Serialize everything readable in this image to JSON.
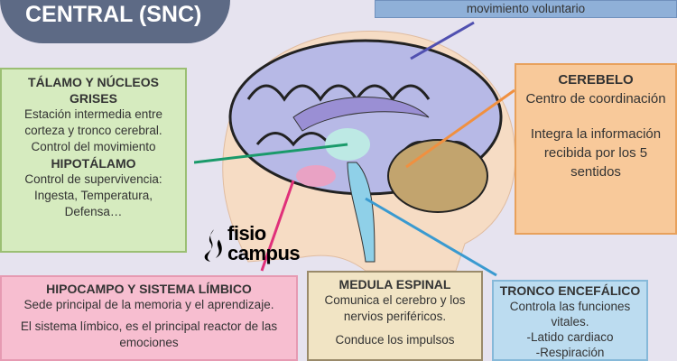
{
  "header": {
    "title": "CENTRAL (SNC)"
  },
  "top_box": {
    "text": "movimiento voluntario"
  },
  "thalamus": {
    "title": "TÁLAMO Y NÚCLEOS GRISES",
    "text": "Estación intermedia entre corteza y tronco cerebral. Control del movimiento",
    "subtitle": "HIPOTÁLAMO",
    "text2": "Control de supervivencia: Ingesta, Temperatura, Defensa…"
  },
  "cerebellum": {
    "title": "CEREBELO",
    "text": "Centro de coordinación",
    "text2": "Integra la información recibida por los 5 sentidos"
  },
  "limbic": {
    "title": "HIPOCAMPO Y SISTEMA LÍMBICO",
    "text": "Sede principal de la memoria y el aprendizaje.",
    "text2": "El sistema límbico, es el principal reactor de las emociones"
  },
  "spinal": {
    "title": "MEDULA ESPINAL",
    "text": "Comunica el cerebro y los nervios periféricos.",
    "text2": "Conduce los impulsos"
  },
  "brainstem": {
    "title": "TRONCO ENCEFÁLICO",
    "text": "Controla las funciones vitales.",
    "item1": "-Latido cardiaco",
    "item2": "-Respiración"
  },
  "logo": {
    "line1": "fisio",
    "line2": "campus"
  }
}
